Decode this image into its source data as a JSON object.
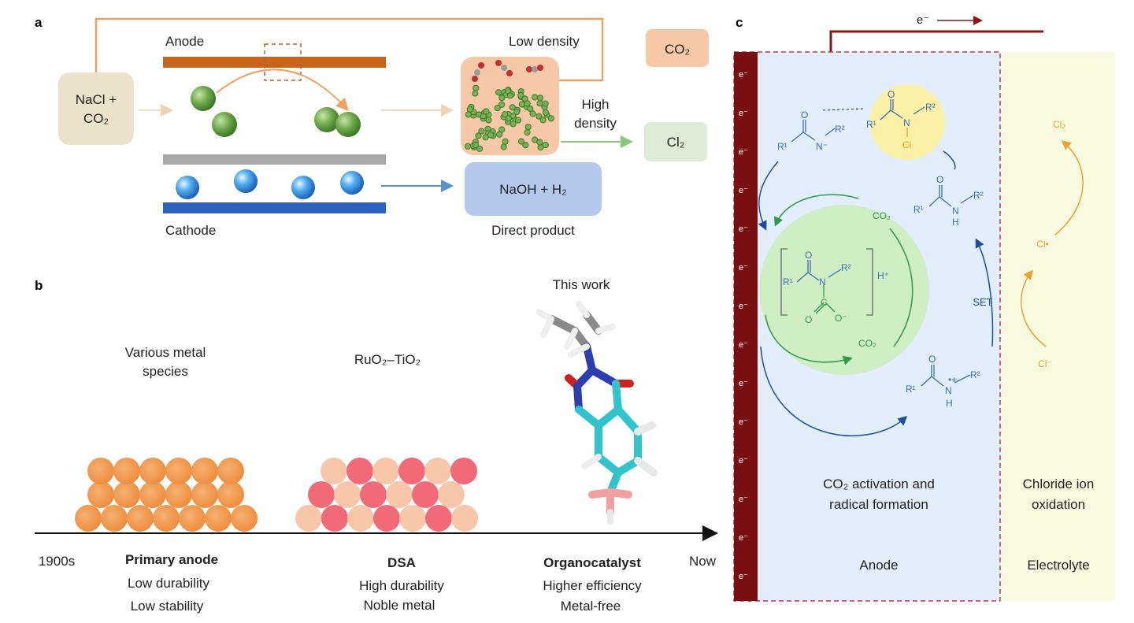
{
  "panel_labels": {
    "a": "a",
    "b": "b",
    "c": "c"
  },
  "panel_a": {
    "feed": [
      "NaCl +",
      "CO₂"
    ],
    "anode": "Anode",
    "cathode": "Cathode",
    "low_density": "Low density",
    "high_density": [
      "High",
      "density"
    ],
    "co2_out": "CO₂",
    "cl2_out": "Cl₂",
    "naoh_h2": "NaOH + H₂",
    "direct_product": "Direct product",
    "colors": {
      "feed": "#ece2cc",
      "co2_box": "#f6c8a6",
      "cl2_box": "#dcecd6",
      "naoh_box": "#b4c8ec",
      "anode_bar": "#c86418",
      "cathode_bar": "#2f62c0",
      "membrane": "#a8a8a8",
      "wire": "#f0a060"
    }
  },
  "panel_b": {
    "this_work": "This work",
    "various": [
      "Various metal",
      "species"
    ],
    "ruo2": "RuO₂–TiO₂",
    "axis_start": "1900s",
    "axis_end": "Now",
    "eras": [
      {
        "title": "Primary anode",
        "line1": "Low durability",
        "line2": "Low stability"
      },
      {
        "title": "DSA",
        "line1": "High durability",
        "line2": "Noble metal"
      },
      {
        "title": "Organocatalyst",
        "line1": "Higher efficiency",
        "line2": "Metal-free"
      }
    ],
    "colors": {
      "primary_sphere": "#f0954a",
      "dsa_red": "#f26a78",
      "dsa_peach": "#f8c6a8"
    }
  },
  "panel_c": {
    "e_arrow": "e⁻",
    "electrode_e": "e⁻",
    "anode": "Anode",
    "electrolyte": "Electrolyte",
    "co2_activation": [
      "CO₂ activation and",
      "radical formation"
    ],
    "chloride_oxidation": [
      "Chloride ion",
      "oxidation"
    ],
    "set": "SET",
    "hplus": "H⁺",
    "co2": "CO₂",
    "cl2": "Cl₂",
    "cl_radical": "Cl•",
    "cl_minus": "Cl⁻",
    "chem": {
      "O": "O",
      "N": "N",
      "Nminus": "N⁻",
      "R1": "R¹",
      "R2": "R²",
      "H": "H",
      "Cl": "Cl",
      "C": "C",
      "Ominus": "O⁻",
      "radical_cation": "•+"
    },
    "colors": {
      "electrode": "#7a0f12",
      "anode_bg": "#e2eefb",
      "electrolyte_bg": "#f8fadf",
      "blue": "#3a6fb5",
      "green": "#2e9a4a",
      "orange": "#f0a030",
      "yellow_circle": "#faf0a6",
      "green_circle": "#cfeec4"
    }
  }
}
